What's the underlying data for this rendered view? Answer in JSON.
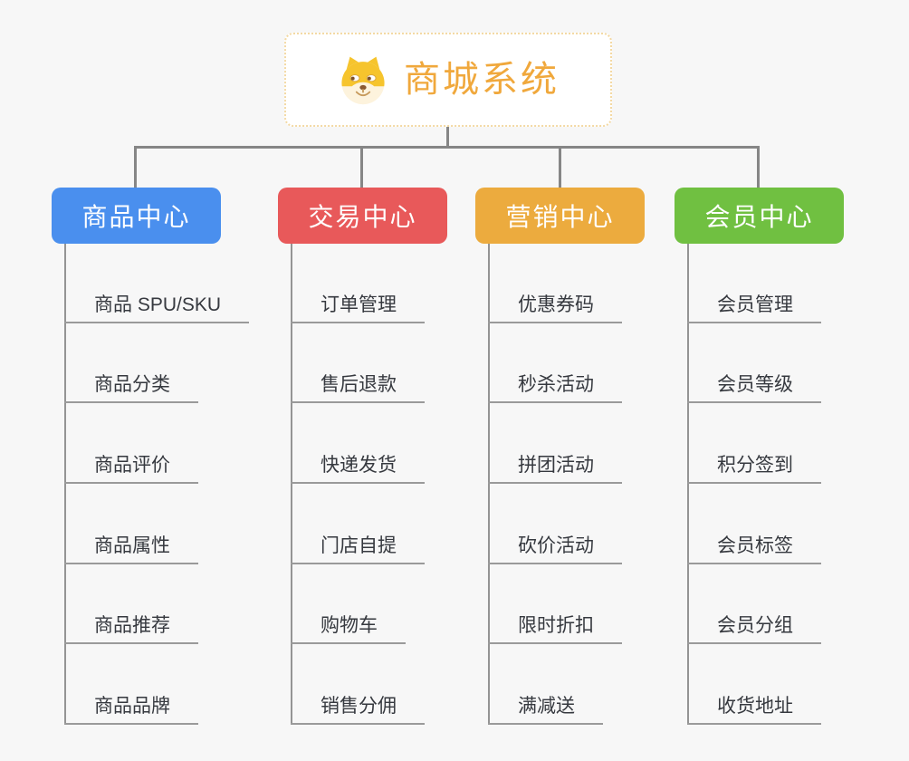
{
  "root": {
    "title": "商城系统",
    "icon": "dog-icon"
  },
  "branches": [
    {
      "label": "商品中心",
      "color": "#4a8fee",
      "items": [
        "商品 SPU/SKU",
        "商品分类",
        "商品评价",
        "商品属性",
        "商品推荐",
        "商品品牌"
      ]
    },
    {
      "label": "交易中心",
      "color": "#e8595a",
      "items": [
        "订单管理",
        "售后退款",
        "快递发货",
        "门店自提",
        "购物车",
        "销售分佣"
      ]
    },
    {
      "label": "营销中心",
      "color": "#ecab3e",
      "items": [
        "优惠券码",
        "秒杀活动",
        "拼团活动",
        "砍价活动",
        "限时折扣",
        "满减送"
      ]
    },
    {
      "label": "会员中心",
      "color": "#70c041",
      "items": [
        "会员管理",
        "会员等级",
        "积分签到",
        "会员标签",
        "会员分组",
        "收货地址"
      ]
    }
  ],
  "colors": {
    "background": "#f7f7f7",
    "connector": "#868686",
    "leaf_line": "#9a9a9a",
    "leaf_text": "#36393f",
    "root_text": "#f0a83c",
    "root_border": "#f3d9a4"
  }
}
